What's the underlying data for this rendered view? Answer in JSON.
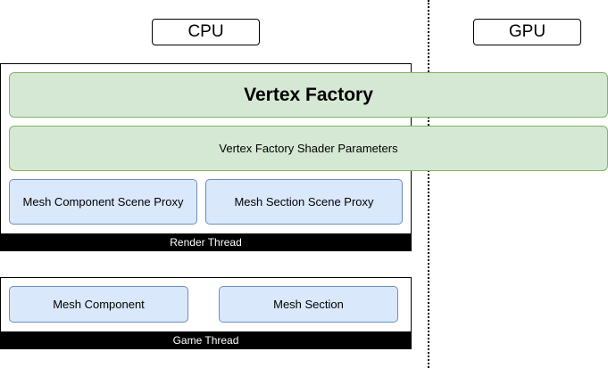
{
  "headers": {
    "cpu": "CPU",
    "gpu": "GPU"
  },
  "render_thread": {
    "label": "Render Thread",
    "vertex_factory": "Vertex Factory",
    "vertex_factory_shader_parameters": "Vertex Factory Shader Parameters",
    "mesh_component_scene_proxy": "Mesh Component Scene Proxy",
    "mesh_section_scene_proxy": "Mesh Section Scene Proxy"
  },
  "game_thread": {
    "label": "Game Thread",
    "mesh_component": "Mesh Component",
    "mesh_section": "Mesh Section"
  },
  "colors": {
    "green_fill": "#d5e8d4",
    "green_stroke": "#82b366",
    "blue_fill": "#dae8fc",
    "blue_stroke": "#6c8ebf",
    "thread_bar": "#000000"
  }
}
